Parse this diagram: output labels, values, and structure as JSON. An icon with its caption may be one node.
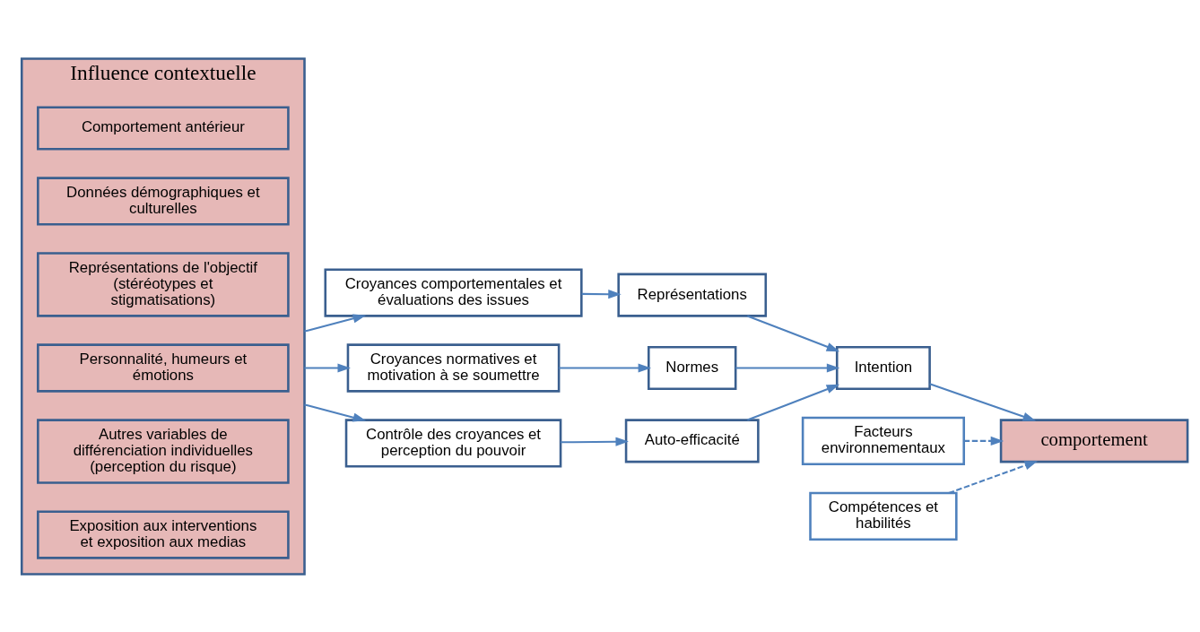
{
  "diagram": {
    "nodes": [
      {
        "text": [
          "Influence contextuelle"
        ]
      },
      {
        "text": [
          "Comportement antérieur"
        ],
        "in": 0
      },
      {
        "text": [
          "Données démographiques et culturelles"
        ],
        "in": 0
      },
      {
        "text": [
          "Représentations de l'objectif (stéréotypes et stigmatisations)"
        ],
        "in": 0
      },
      {
        "text": [
          "Personnalité, humeurs et émotions"
        ],
        "in": 0
      },
      {
        "text": [
          "Autres variables de différenciation individuelles (perception du risque)"
        ],
        "in": 0
      },
      {
        "text": [
          "Exposition aux interventions et exposition aux medias"
        ],
        "in": 0
      },
      {
        "text": [
          "Croyances comportementales et évaluations des issues"
        ]
      },
      {
        "text": [
          "Croyances normatives et motivation à se soumettre"
        ]
      },
      {
        "text": [
          "Contrôle des croyances et perception du pouvoir"
        ]
      },
      {
        "text": [
          "Représentations"
        ]
      },
      {
        "text": [
          "Normes"
        ]
      },
      {
        "text": [
          "Auto-efficacité"
        ]
      },
      {
        "text": [
          "Intention"
        ]
      },
      {
        "text": [
          "comportement"
        ]
      },
      {
        "text": [
          "Facteurs environnementaux"
        ]
      },
      {
        "text": [
          "Compétences et habilités"
        ]
      }
    ],
    "edges": [
      {
        "from": 0,
        "to": 7,
        "arrow": "to"
      },
      {
        "from": 0,
        "to": 8,
        "arrow": "to"
      },
      {
        "from": 0,
        "to": 9,
        "arrow": "to"
      },
      {
        "from": 7,
        "to": 10,
        "arrow": "to"
      },
      {
        "from": 8,
        "to": 11,
        "arrow": "to"
      },
      {
        "from": 9,
        "to": 12,
        "arrow": "to"
      },
      {
        "from": 10,
        "to": 13,
        "arrow": "to"
      },
      {
        "from": 11,
        "to": 13,
        "arrow": "to"
      },
      {
        "from": 12,
        "to": 13,
        "arrow": "to"
      },
      {
        "from": 13,
        "to": 14,
        "arrow": "to"
      },
      {
        "from": 15,
        "to": 14,
        "arrow": "to",
        "style": "dashed"
      },
      {
        "from": 16,
        "to": 14,
        "arrow": "to",
        "style": "dashed"
      }
    ]
  }
}
